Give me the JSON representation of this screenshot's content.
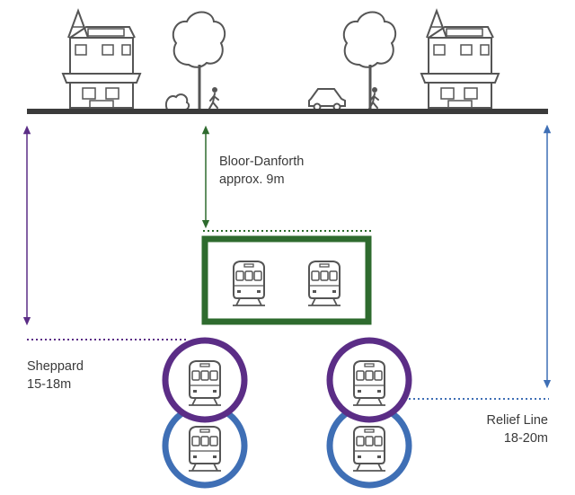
{
  "labels": {
    "bloor_danforth": {
      "line1": "Bloor-Danforth",
      "line2": "approx. 9m"
    },
    "sheppard": {
      "line1": "Sheppard",
      "line2": "15-18m"
    },
    "relief_line": {
      "line1": "Relief Line",
      "line2": "18-20m"
    }
  },
  "colors": {
    "ground": "#3b3b3b",
    "outline": "#555555",
    "bloor_danforth": "#2e6b2e",
    "sheppard": "#5b2d86",
    "relief_line": "#3f6fb5"
  },
  "icons": [
    "house-icon",
    "tree-icon",
    "shrub-icon",
    "pedestrian-icon",
    "car-icon",
    "subway-train-icon"
  ]
}
